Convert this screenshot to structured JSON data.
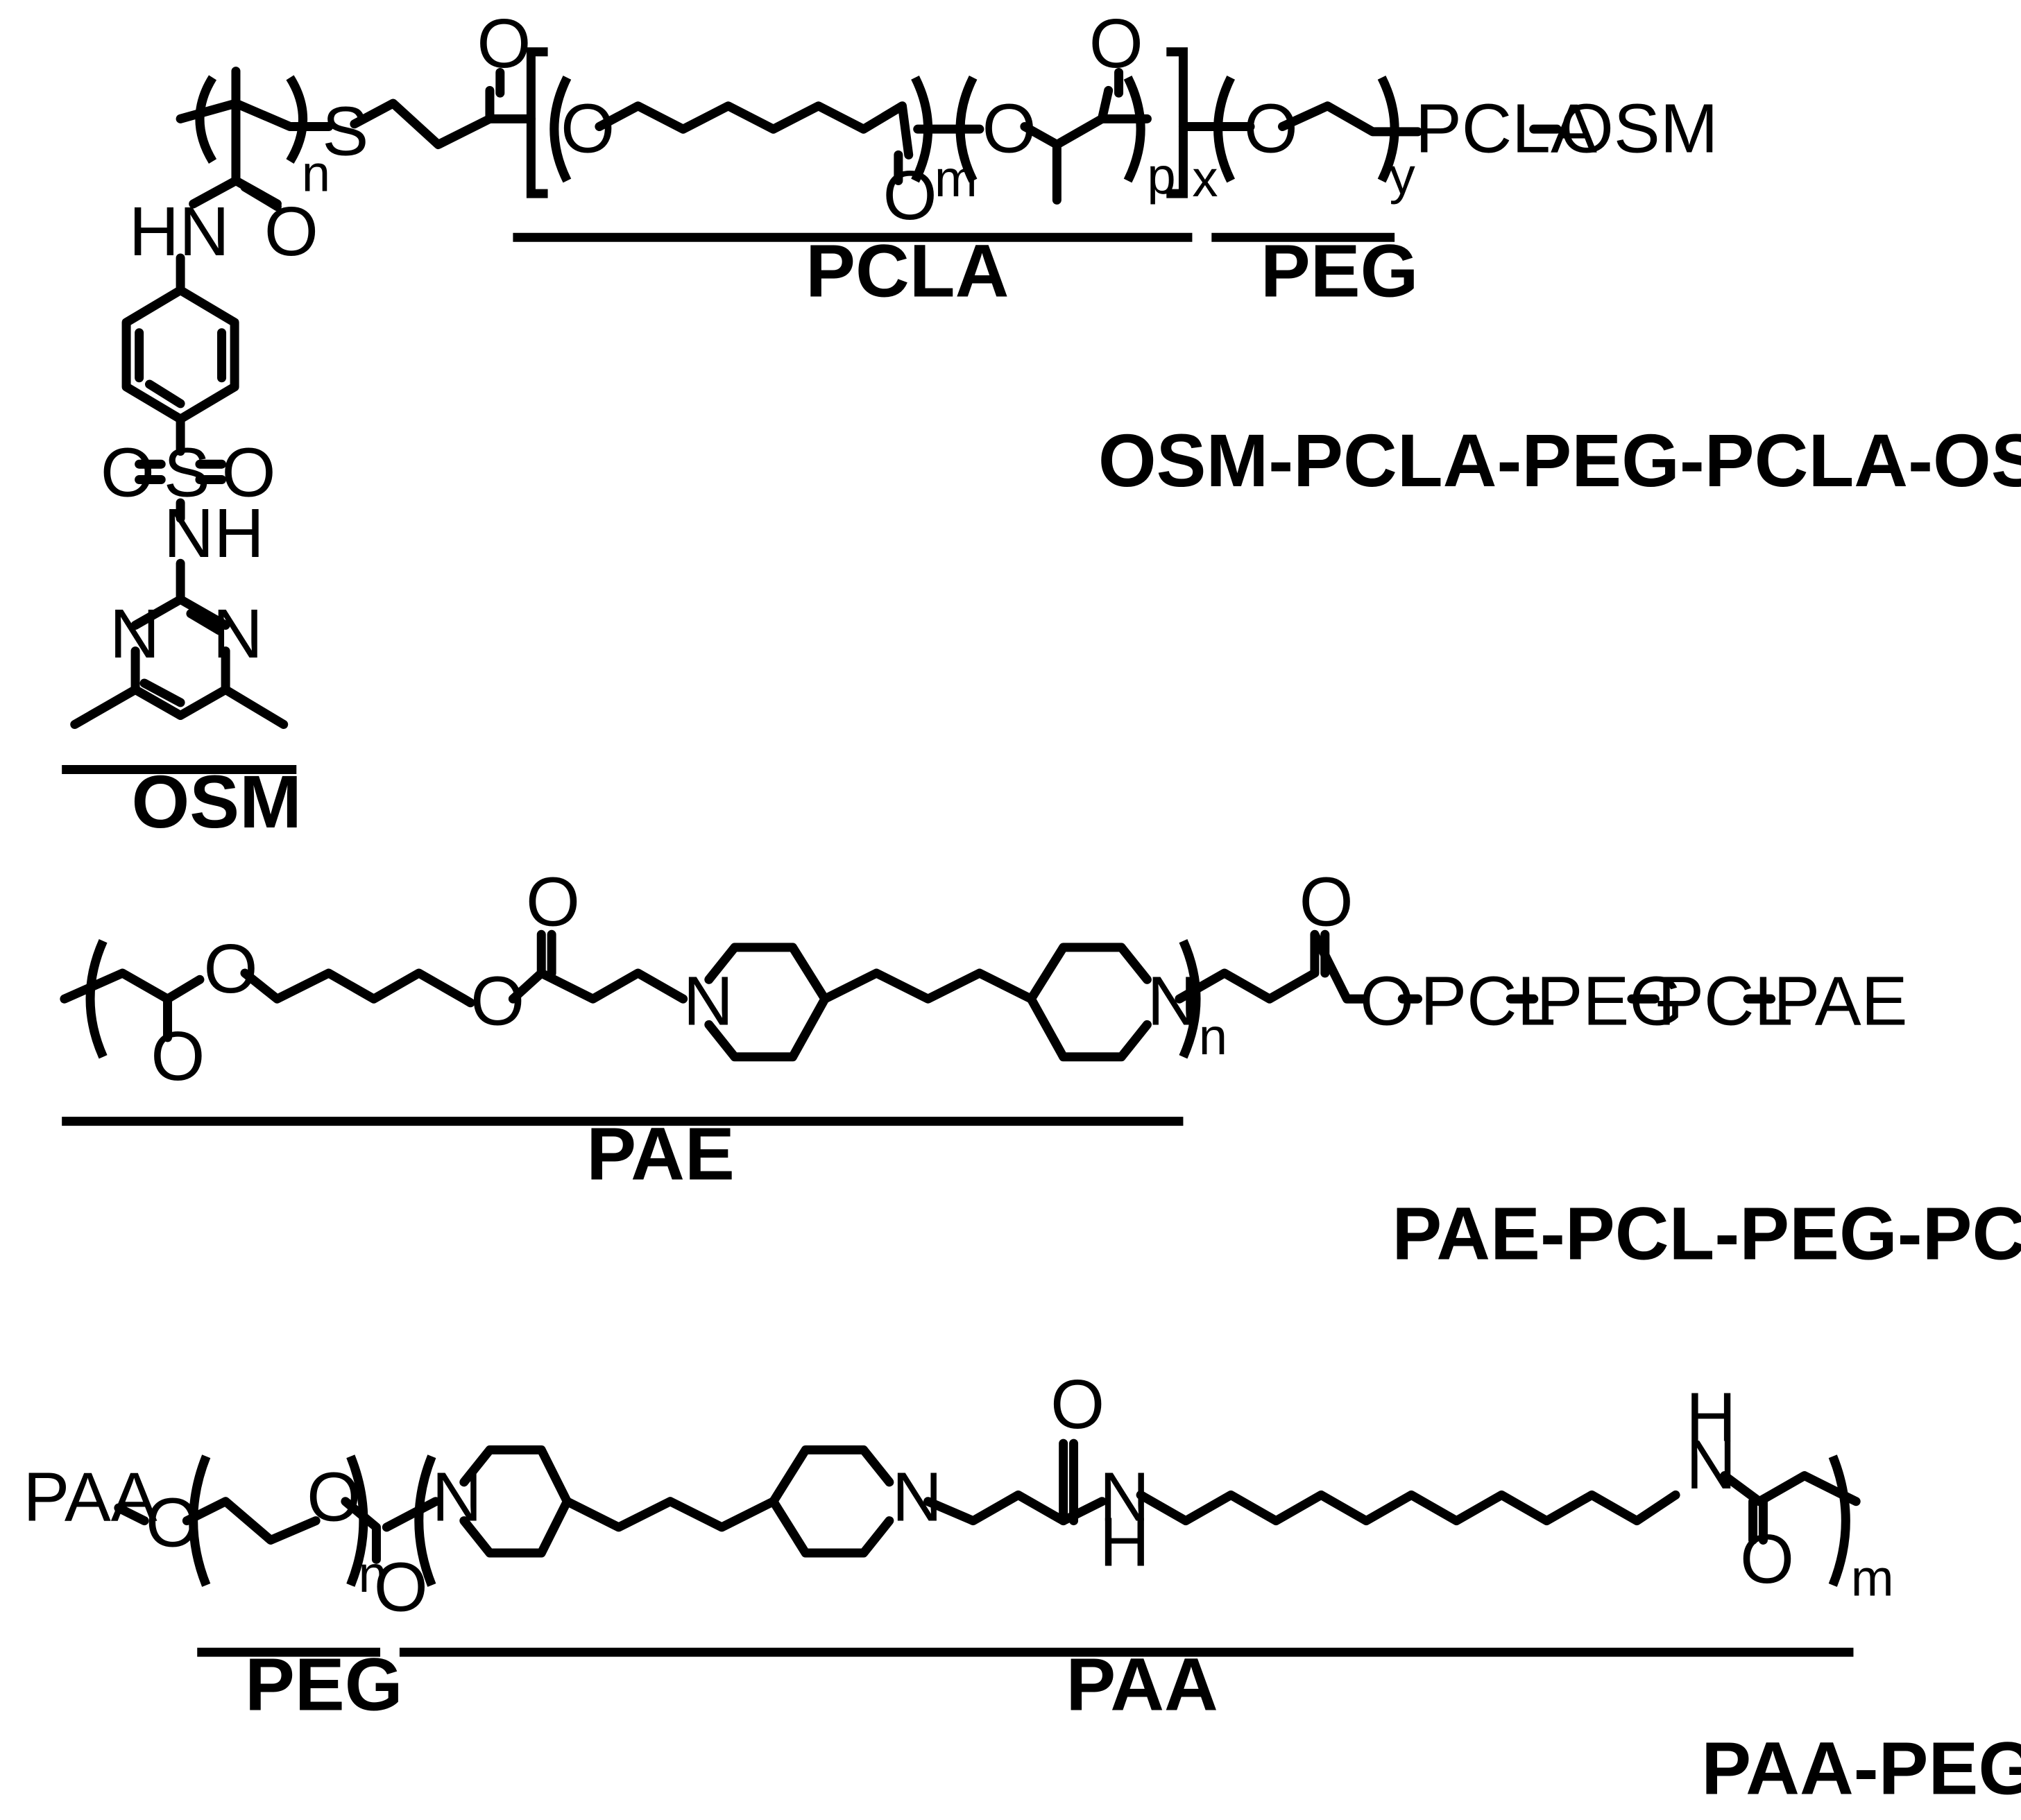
{
  "structures": [
    {
      "name": "OSM-PCLA-PEG-PCLA-OSM",
      "atoms": {
        "S": "S",
        "O_ketone": "O",
        "O_chain": "O",
        "O_carbonyl_pcl": "O",
        "O_ether_la": "O",
        "O_carbonyl_la": "O",
        "O_peg": "O",
        "HN": "HN",
        "O_amide": "O",
        "O_sulfonyl_left": "O",
        "S_sulfonyl": "S",
        "O_sulfonyl_right": "O",
        "NH": "NH",
        "N_left": "N",
        "N_right": "N"
      },
      "subscripts": {
        "n": "n",
        "m": "m",
        "p": "p",
        "x": "x",
        "y": "y"
      },
      "end_group": "PCLA",
      "end_group2": "OSM",
      "segments": {
        "pcla": "PCLA",
        "peg": "PEG",
        "osm": "OSM"
      }
    },
    {
      "name": "PAE-PCL-PEG-PCL-PAE",
      "atoms": {
        "O_carbonyl_left": "O",
        "O_ester1": "O",
        "O_ester2": "O",
        "O_carbonyl_mid": "O",
        "N1": "N",
        "N2": "N",
        "O_carbonyl_end": "O",
        "O_end": "O"
      },
      "subscripts": {
        "n": "n"
      },
      "tail": [
        "PCL",
        "PEG",
        "PCL",
        "PAE"
      ],
      "segments": {
        "pae": "PAE"
      }
    },
    {
      "name": "PAA-PEG-PAA",
      "atoms": {
        "PAA_end": "PAA",
        "O_left": "O",
        "O_peg": "O",
        "O_carbonyl_1": "O",
        "N1": "N",
        "N2": "N",
        "O_amide": "O",
        "N_amide1": "N",
        "H_amide1": "H",
        "H_amide2": "H",
        "N_amide2": "N",
        "O_amide2": "O"
      },
      "subscripts": {
        "n": "n",
        "m": "m"
      },
      "segments": {
        "peg": "PEG",
        "paa": "PAA"
      }
    }
  ]
}
